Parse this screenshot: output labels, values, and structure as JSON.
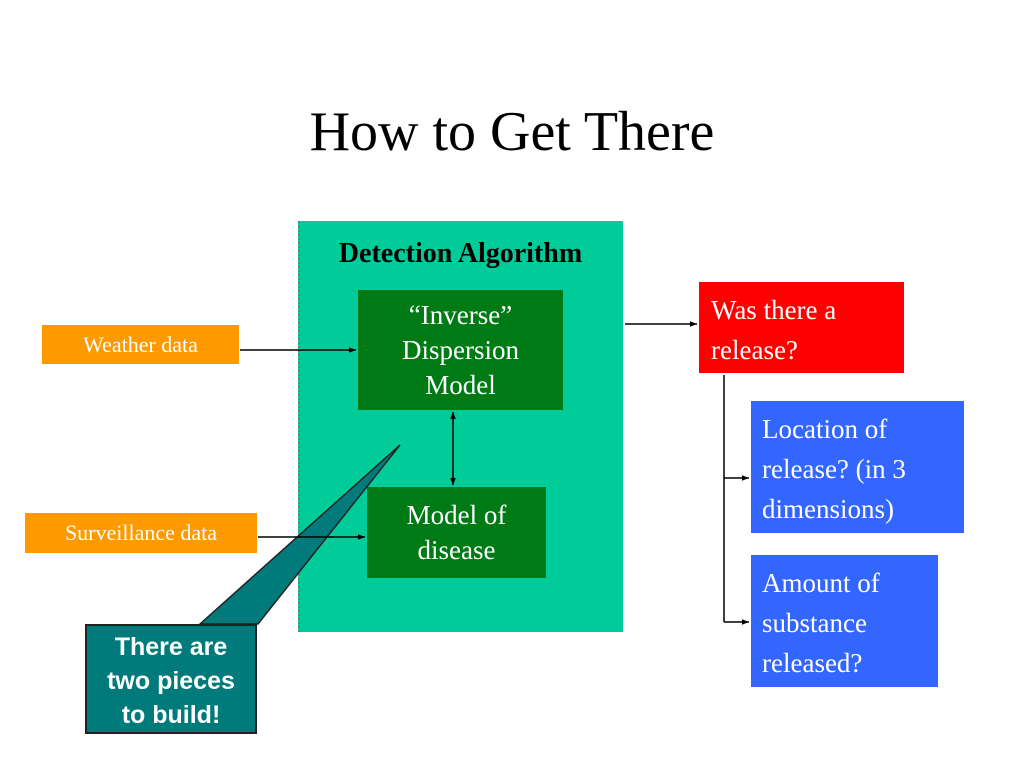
{
  "slide": {
    "title": "How to Get There"
  },
  "algorithm": {
    "label": "Detection Algorithm",
    "inverse_model": [
      "“Inverse”",
      "Dispersion",
      "Model"
    ],
    "disease_model": [
      "Model of",
      "disease"
    ]
  },
  "inputs": {
    "weather": "Weather data",
    "surveillance": "Surveillance data"
  },
  "outputs": {
    "release": [
      "Was there a",
      "release?"
    ],
    "location": [
      "Location of",
      "release? (in 3",
      "dimensions)"
    ],
    "amount": [
      "Amount of",
      "substance",
      "released?"
    ]
  },
  "callout": [
    "There are",
    "two pieces",
    "to build!"
  ],
  "colors": {
    "panel": "#00cc99",
    "model_box": "#007a15",
    "input_box": "#ff9900",
    "release_box": "#ff0000",
    "detail_box": "#3366ff",
    "callout": "#007a7a"
  }
}
